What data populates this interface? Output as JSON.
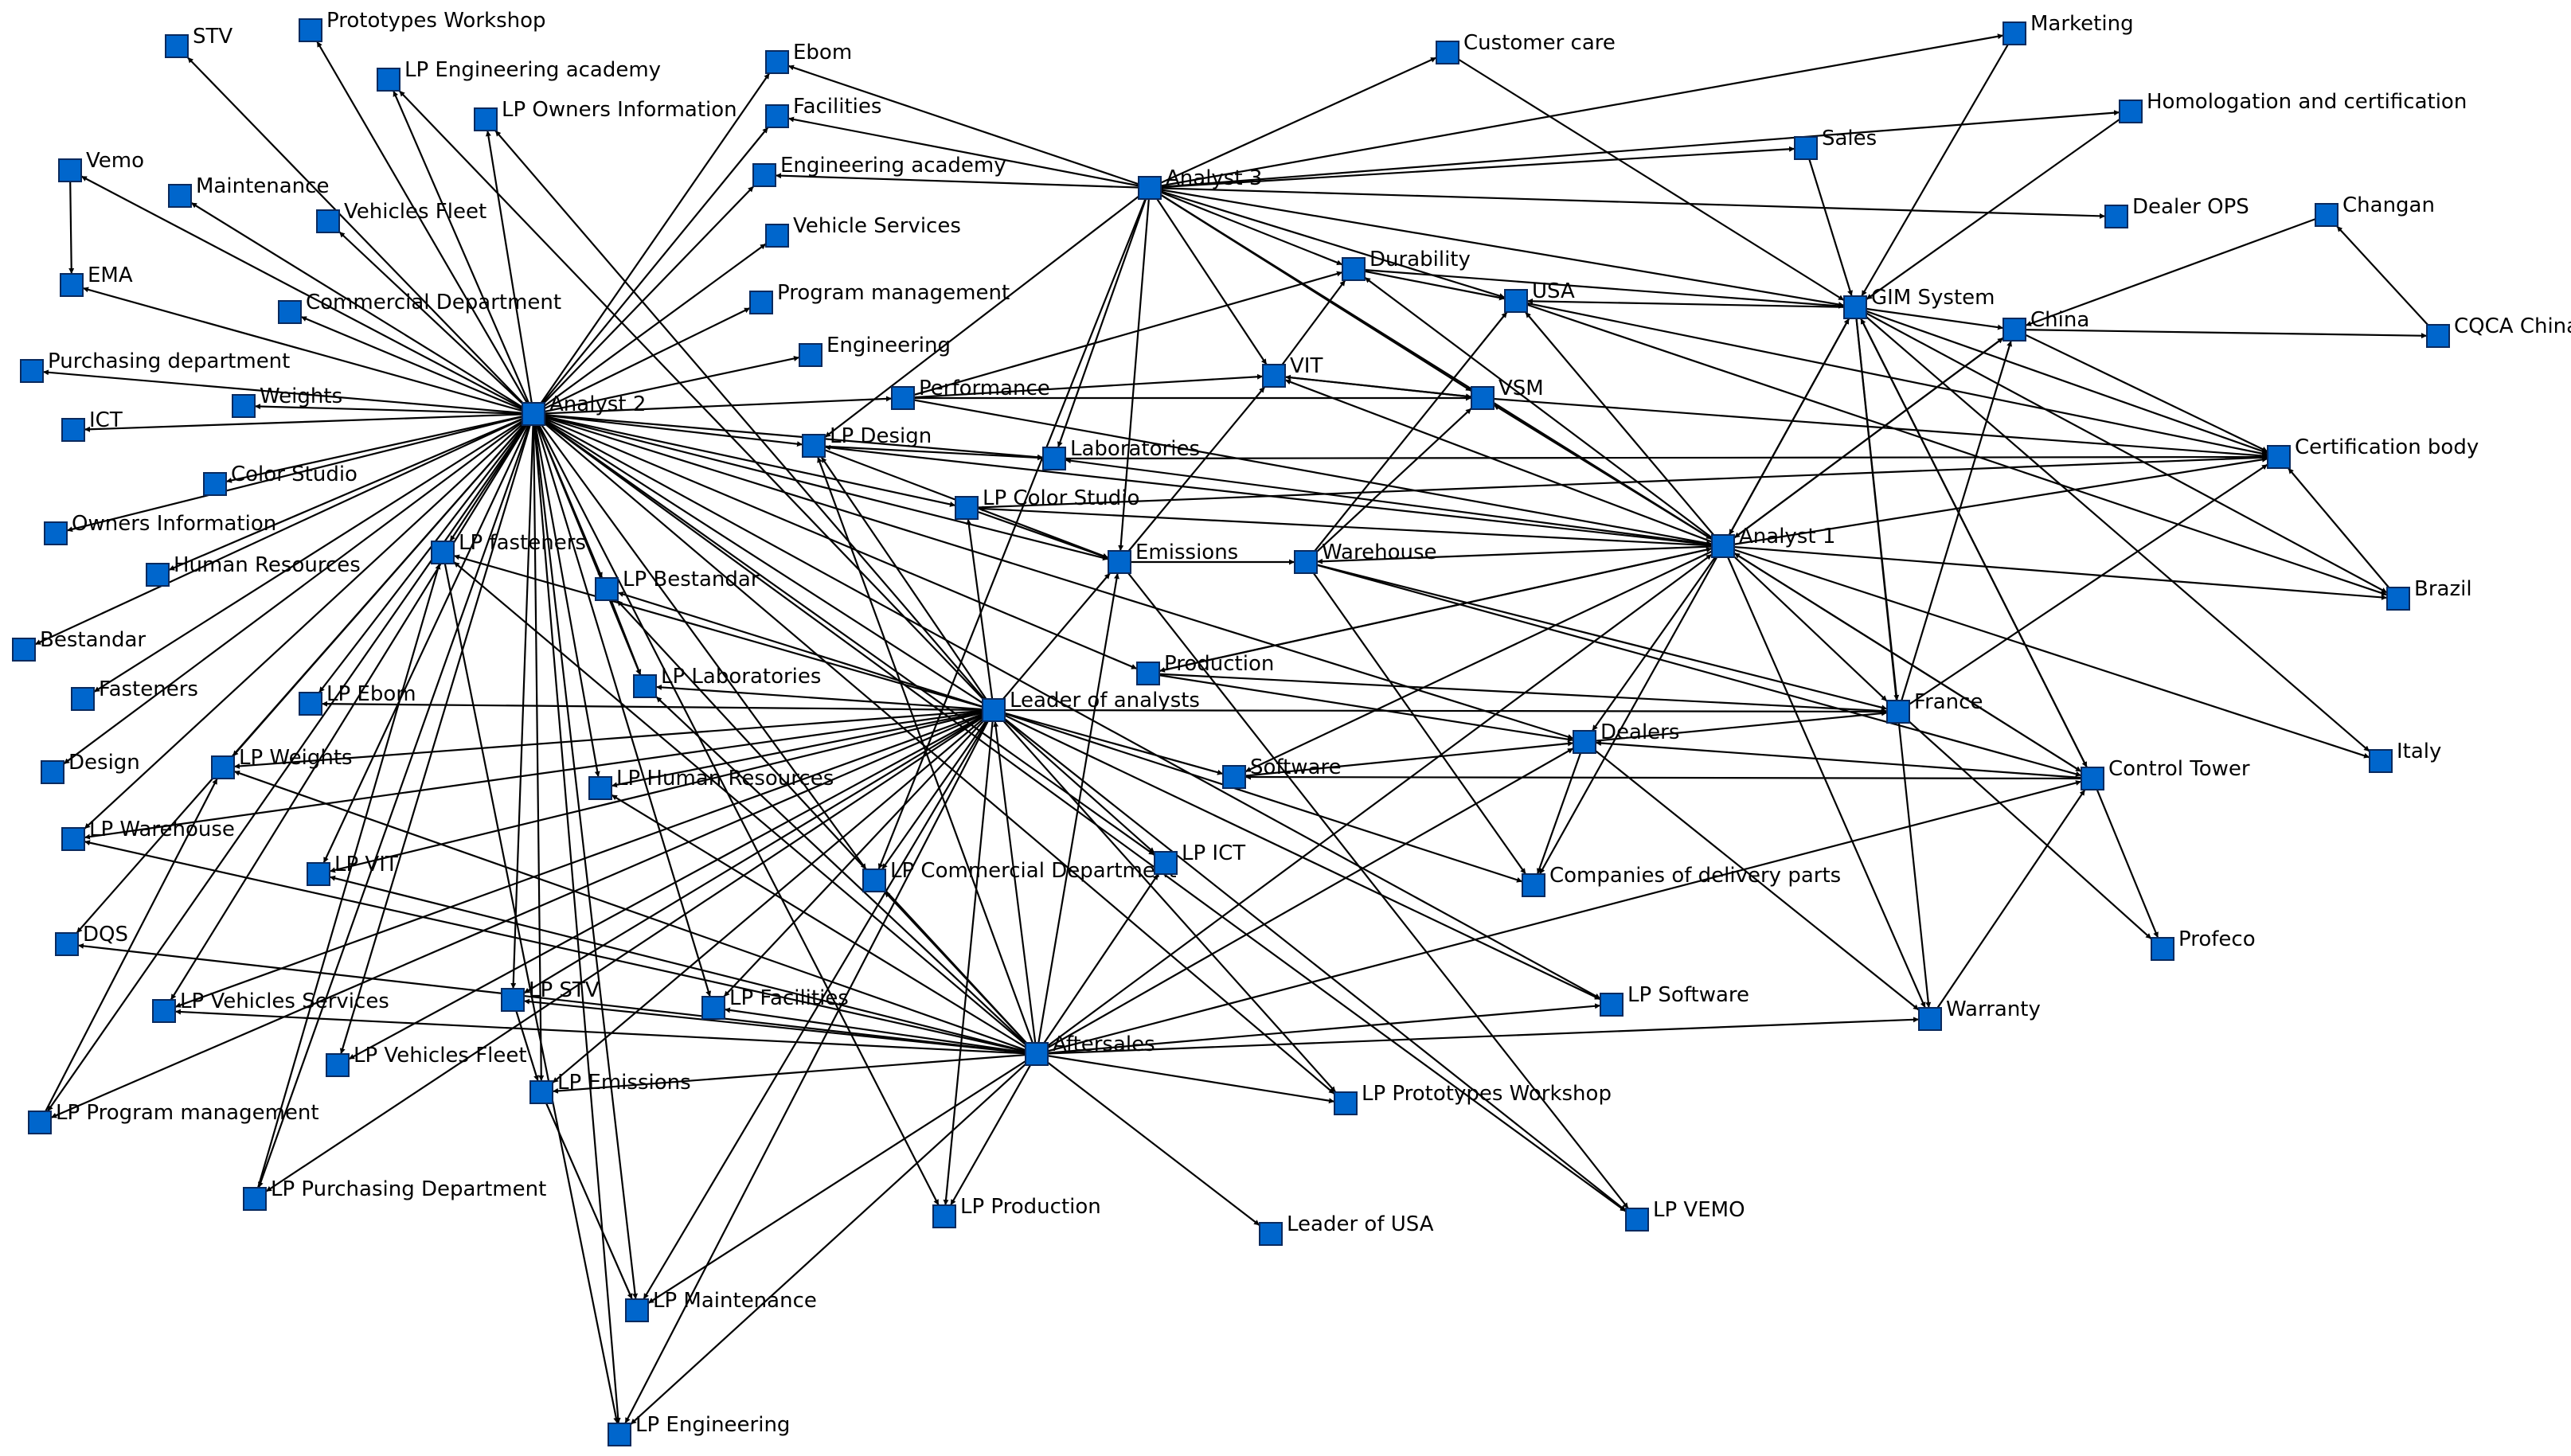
{
  "colors": {
    "node": "#0066cc",
    "edge": "#000000",
    "background": "#ffffff"
  },
  "nodes": [
    {
      "id": "stv",
      "label": "STV"
    },
    {
      "id": "prototypes_workshop",
      "label": "Prototypes Workshop"
    },
    {
      "id": "lp_engineering_academy",
      "label": "LP Engineering academy"
    },
    {
      "id": "lp_owners_information",
      "label": "LP Owners Information"
    },
    {
      "id": "vemo",
      "label": "Vemo"
    },
    {
      "id": "maintenance",
      "label": "Maintenance"
    },
    {
      "id": "vehicles_fleet",
      "label": "Vehicles Fleet"
    },
    {
      "id": "ema",
      "label": "EMA"
    },
    {
      "id": "commercial_department",
      "label": "Commercial Department"
    },
    {
      "id": "purchasing_department",
      "label": "Purchasing department"
    },
    {
      "id": "weights",
      "label": "Weights"
    },
    {
      "id": "ict",
      "label": "ICT"
    },
    {
      "id": "color_studio",
      "label": "Color Studio"
    },
    {
      "id": "owners_information",
      "label": "Owners Information"
    },
    {
      "id": "human_resources",
      "label": "Human Resources"
    },
    {
      "id": "bestandar",
      "label": "Bestandar"
    },
    {
      "id": "fasteners",
      "label": "Fasteners"
    },
    {
      "id": "design",
      "label": "Design"
    },
    {
      "id": "analyst2",
      "label": "Analyst 2"
    },
    {
      "id": "ebom",
      "label": "Ebom"
    },
    {
      "id": "facilities",
      "label": "Facilities"
    },
    {
      "id": "engineering_academy",
      "label": "Engineering academy"
    },
    {
      "id": "vehicle_services",
      "label": "Vehicle Services"
    },
    {
      "id": "program_management",
      "label": "Program management"
    },
    {
      "id": "engineering",
      "label": "Engineering"
    },
    {
      "id": "performance",
      "label": "Performance"
    },
    {
      "id": "lp_design",
      "label": "LP Design"
    },
    {
      "id": "laboratories",
      "label": "Laboratories"
    },
    {
      "id": "lp_color_studio",
      "label": "LP Color Studio"
    },
    {
      "id": "emissions",
      "label": "Emissions"
    },
    {
      "id": "lp_fasteners",
      "label": "LP fasteners"
    },
    {
      "id": "lp_bestandar",
      "label": "LP Bestandar"
    },
    {
      "id": "lp_laboratories",
      "label": "LP Laboratories"
    },
    {
      "id": "lp_ebom",
      "label": "LP Ebom"
    },
    {
      "id": "lp_weights",
      "label": "LP Weights"
    },
    {
      "id": "lp_human_resources",
      "label": "LP Human Resources"
    },
    {
      "id": "lp_warehouse",
      "label": "LP Warehouse"
    },
    {
      "id": "lp_vit",
      "label": "LP VIT"
    },
    {
      "id": "dqs",
      "label": "DQS"
    },
    {
      "id": "lp_vehicles_services",
      "label": "LP Vehicles Services"
    },
    {
      "id": "lp_stv",
      "label": "LP STV"
    },
    {
      "id": "lp_facilities",
      "label": "LP Facilities"
    },
    {
      "id": "lp_vehicles_fleet",
      "label": "LP Vehicles Fleet"
    },
    {
      "id": "lp_emissions",
      "label": "LP Emissions"
    },
    {
      "id": "lp_program_management",
      "label": "LP Program management"
    },
    {
      "id": "lp_purchasing_department",
      "label": "LP Purchasing Department"
    },
    {
      "id": "lp_maintenance",
      "label": "LP Maintenance"
    },
    {
      "id": "lp_engineering",
      "label": "LP Engineering"
    },
    {
      "id": "leader_of_analysts",
      "label": "Leader of analysts"
    },
    {
      "id": "production",
      "label": "Production"
    },
    {
      "id": "lp_commercial_department",
      "label": "LP Commercial Department"
    },
    {
      "id": "lp_ict",
      "label": "LP ICT"
    },
    {
      "id": "aftersales",
      "label": "Aftersales"
    },
    {
      "id": "lp_production",
      "label": "LP Production"
    },
    {
      "id": "leader_of_usa",
      "label": "Leader of USA"
    },
    {
      "id": "lp_prototypes_workshop",
      "label": "LP Prototypes Workshop"
    },
    {
      "id": "lp_vemo",
      "label": "LP VEMO"
    },
    {
      "id": "lp_software",
      "label": "LP Software"
    },
    {
      "id": "analyst3",
      "label": "Analyst 3"
    },
    {
      "id": "customer_care",
      "label": "Customer care"
    },
    {
      "id": "durability",
      "label": "Durability"
    },
    {
      "id": "vit",
      "label": "VIT"
    },
    {
      "id": "vsm",
      "label": "VSM"
    },
    {
      "id": "usa",
      "label": "USA"
    },
    {
      "id": "warehouse",
      "label": "Warehouse"
    },
    {
      "id": "software",
      "label": "Software"
    },
    {
      "id": "dealers",
      "label": "Dealers"
    },
    {
      "id": "companies_of_delivery_parts",
      "label": "Companies of delivery parts"
    },
    {
      "id": "marketing",
      "label": "Marketing"
    },
    {
      "id": "sales",
      "label": "Sales"
    },
    {
      "id": "homologation_and_certification",
      "label": "Homologation and certification"
    },
    {
      "id": "dealer_ops",
      "label": "Dealer OPS"
    },
    {
      "id": "gim_system",
      "label": "GIM System"
    },
    {
      "id": "changan",
      "label": "Changan"
    },
    {
      "id": "china",
      "label": "China"
    },
    {
      "id": "cqca_china",
      "label": "CQCA China"
    },
    {
      "id": "certification_body",
      "label": "Certification body"
    },
    {
      "id": "analyst1",
      "label": "Analyst 1"
    },
    {
      "id": "brazil",
      "label": "Brazil"
    },
    {
      "id": "france",
      "label": "France"
    },
    {
      "id": "italy",
      "label": "Italy"
    },
    {
      "id": "control_tower",
      "label": "Control Tower"
    },
    {
      "id": "profeco",
      "label": "Profeco"
    },
    {
      "id": "warranty",
      "label": "Warranty"
    }
  ],
  "edges": [
    [
      "analyst2",
      "stv"
    ],
    [
      "analyst2",
      "prototypes_workshop"
    ],
    [
      "analyst2",
      "lp_engineering_academy"
    ],
    [
      "analyst2",
      "lp_owners_information"
    ],
    [
      "vemo",
      "ema"
    ],
    [
      "analyst2",
      "maintenance"
    ],
    [
      "analyst2",
      "vehicles_fleet"
    ],
    [
      "analyst2",
      "ema"
    ],
    [
      "analyst2",
      "commercial_department"
    ],
    [
      "analyst2",
      "vemo"
    ],
    [
      "analyst2",
      "purchasing_department"
    ],
    [
      "analyst2",
      "weights"
    ],
    [
      "analyst2",
      "ict"
    ],
    [
      "analyst2",
      "color_studio"
    ],
    [
      "analyst2",
      "owners_information"
    ],
    [
      "analyst2",
      "human_resources"
    ],
    [
      "analyst2",
      "bestandar"
    ],
    [
      "analyst2",
      "fasteners"
    ],
    [
      "analyst2",
      "design"
    ],
    [
      "analyst2",
      "ebom"
    ],
    [
      "analyst2",
      "facilities"
    ],
    [
      "analyst2",
      "engineering_academy"
    ],
    [
      "analyst2",
      "vehicle_services"
    ],
    [
      "analyst2",
      "program_management"
    ],
    [
      "analyst2",
      "engineering"
    ],
    [
      "analyst2",
      "performance"
    ],
    [
      "analyst2",
      "lp_design"
    ],
    [
      "analyst2",
      "lp_color_studio"
    ],
    [
      "analyst2",
      "laboratories"
    ],
    [
      "analyst2",
      "lp_fasteners"
    ],
    [
      "analyst2",
      "lp_bestandar"
    ],
    [
      "analyst2",
      "lp_laboratories"
    ],
    [
      "analyst2",
      "lp_ebom"
    ],
    [
      "analyst2",
      "lp_weights"
    ],
    [
      "analyst2",
      "lp_human_resources"
    ],
    [
      "analyst2",
      "lp_warehouse"
    ],
    [
      "analyst2",
      "lp_vit"
    ],
    [
      "analyst2",
      "dqs"
    ],
    [
      "analyst2",
      "lp_vehicles_services"
    ],
    [
      "analyst2",
      "lp_stv"
    ],
    [
      "analyst2",
      "lp_facilities"
    ],
    [
      "analyst2",
      "lp_vehicles_fleet"
    ],
    [
      "analyst2",
      "lp_emissions"
    ],
    [
      "analyst2",
      "lp_program_management"
    ],
    [
      "analyst2",
      "lp_purchasing_department"
    ],
    [
      "analyst2",
      "lp_maintenance"
    ],
    [
      "analyst2",
      "lp_engineering"
    ],
    [
      "analyst2",
      "lp_production"
    ],
    [
      "analyst2",
      "lp_commercial_department"
    ],
    [
      "analyst2",
      "lp_software"
    ],
    [
      "analyst2",
      "lp_prototypes_workshop"
    ],
    [
      "analyst2",
      "lp_vemo"
    ],
    [
      "analyst2",
      "lp_ict"
    ],
    [
      "analyst2",
      "emissions"
    ],
    [
      "analyst2",
      "production"
    ],
    [
      "analyst2",
      "dealers"
    ],
    [
      "leader_of_analysts",
      "lp_fasteners"
    ],
    [
      "leader_of_analysts",
      "lp_bestandar"
    ],
    [
      "leader_of_analysts",
      "lp_laboratories"
    ],
    [
      "leader_of_analysts",
      "lp_ebom"
    ],
    [
      "leader_of_analysts",
      "lp_weights"
    ],
    [
      "leader_of_analysts",
      "lp_human_resources"
    ],
    [
      "leader_of_analysts",
      "lp_warehouse"
    ],
    [
      "leader_of_analysts",
      "lp_vit"
    ],
    [
      "leader_of_analysts",
      "lp_vehicles_services"
    ],
    [
      "leader_of_analysts",
      "lp_stv"
    ],
    [
      "leader_of_analysts",
      "lp_facilities"
    ],
    [
      "leader_of_analysts",
      "lp_vehicles_fleet"
    ],
    [
      "leader_of_analysts",
      "lp_emissions"
    ],
    [
      "leader_of_analysts",
      "lp_program_management"
    ],
    [
      "leader_of_analysts",
      "lp_purchasing_department"
    ],
    [
      "leader_of_analysts",
      "lp_maintenance"
    ],
    [
      "leader_of_analysts",
      "lp_engineering"
    ],
    [
      "leader_of_analysts",
      "lp_commercial_department"
    ],
    [
      "leader_of_analysts",
      "lp_ict"
    ],
    [
      "leader_of_analysts",
      "lp_production"
    ],
    [
      "leader_of_analysts",
      "lp_prototypes_workshop"
    ],
    [
      "leader_of_analysts",
      "lp_software"
    ],
    [
      "leader_of_analysts",
      "lp_vemo"
    ],
    [
      "leader_of_analysts",
      "lp_color_studio"
    ],
    [
      "leader_of_analysts",
      "lp_design"
    ],
    [
      "leader_of_analysts",
      "emissions"
    ],
    [
      "leader_of_analysts",
      "france"
    ],
    [
      "leader_of_analysts",
      "software"
    ],
    [
      "leader_of_analysts",
      "companies_of_delivery_parts"
    ],
    [
      "leader_of_analysts",
      "lp_owners_information"
    ],
    [
      "leader_of_analysts",
      "lp_engineering_academy"
    ],
    [
      "leader_of_analysts",
      "analyst2"
    ],
    [
      "aftersales",
      "lp_fasteners"
    ],
    [
      "aftersales",
      "lp_bestandar"
    ],
    [
      "aftersales",
      "lp_laboratories"
    ],
    [
      "aftersales",
      "lp_commercial_department"
    ],
    [
      "aftersales",
      "lp_ict"
    ],
    [
      "aftersales",
      "lp_stv"
    ],
    [
      "aftersales",
      "dqs"
    ],
    [
      "aftersales",
      "lp_vehicles_services"
    ],
    [
      "aftersales",
      "lp_facilities"
    ],
    [
      "aftersales",
      "lp_emissions"
    ],
    [
      "aftersales",
      "lp_weights"
    ],
    [
      "aftersales",
      "lp_warehouse"
    ],
    [
      "aftersales",
      "lp_vit"
    ],
    [
      "aftersales",
      "lp_production"
    ],
    [
      "aftersales",
      "lp_design"
    ],
    [
      "aftersales",
      "lp_maintenance"
    ],
    [
      "aftersales",
      "lp_engineering"
    ],
    [
      "aftersales",
      "lp_prototypes_workshop"
    ],
    [
      "aftersales",
      "lp_software"
    ],
    [
      "aftersales",
      "leader_of_usa"
    ],
    [
      "aftersales",
      "warranty"
    ],
    [
      "aftersales",
      "dealers"
    ],
    [
      "aftersales",
      "emissions"
    ],
    [
      "aftersales",
      "control_tower"
    ],
    [
      "aftersales",
      "analyst1"
    ],
    [
      "aftersales",
      "lp_human_resources"
    ],
    [
      "aftersales",
      "leader_of_analysts"
    ],
    [
      "analyst3",
      "ebom"
    ],
    [
      "analyst3",
      "facilities"
    ],
    [
      "analyst3",
      "customer_care"
    ],
    [
      "analyst3",
      "marketing"
    ],
    [
      "analyst3",
      "sales"
    ],
    [
      "analyst3",
      "homologation_and_certification"
    ],
    [
      "analyst3",
      "dealer_ops"
    ],
    [
      "analyst3",
      "gim_system"
    ],
    [
      "analyst3",
      "durability"
    ],
    [
      "analyst3",
      "vit"
    ],
    [
      "analyst3",
      "vsm"
    ],
    [
      "analyst3",
      "laboratories"
    ],
    [
      "analyst3",
      "emissions"
    ],
    [
      "analyst3",
      "analyst1"
    ],
    [
      "analyst3",
      "engineering_academy"
    ],
    [
      "analyst3",
      "lp_commercial_department"
    ],
    [
      "analyst3",
      "lp_design"
    ],
    [
      "analyst3",
      "usa"
    ],
    [
      "analyst1",
      "laboratories"
    ],
    [
      "analyst1",
      "vit"
    ],
    [
      "analyst1",
      "durability"
    ],
    [
      "analyst1",
      "usa"
    ],
    [
      "analyst1",
      "gim_system"
    ],
    [
      "analyst1",
      "china"
    ],
    [
      "analyst1",
      "certification_body"
    ],
    [
      "analyst1",
      "brazil"
    ],
    [
      "analyst1",
      "france"
    ],
    [
      "analyst1",
      "italy"
    ],
    [
      "analyst1",
      "control_tower"
    ],
    [
      "analyst1",
      "dealers"
    ],
    [
      "analyst1",
      "companies_of_delivery_parts"
    ],
    [
      "analyst1",
      "software"
    ],
    [
      "analyst1",
      "warranty"
    ],
    [
      "analyst1",
      "warehouse"
    ],
    [
      "analyst1",
      "production"
    ],
    [
      "analyst1",
      "vsm"
    ],
    [
      "analyst1",
      "lp_color_studio"
    ],
    [
      "sales",
      "gim_system"
    ],
    [
      "marketing",
      "gim_system"
    ],
    [
      "customer_care",
      "gim_system"
    ],
    [
      "homologation_and_certification",
      "gim_system"
    ],
    [
      "gim_system",
      "usa"
    ],
    [
      "gim_system",
      "china"
    ],
    [
      "gim_system",
      "certification_body"
    ],
    [
      "gim_system",
      "brazil"
    ],
    [
      "gim_system",
      "france"
    ],
    [
      "gim_system",
      "italy"
    ],
    [
      "gim_system",
      "control_tower"
    ],
    [
      "gim_system",
      "warranty"
    ],
    [
      "gim_system",
      "analyst1"
    ],
    [
      "china",
      "cqca_china"
    ],
    [
      "cqca_china",
      "changan"
    ],
    [
      "changan",
      "china"
    ],
    [
      "china",
      "certification_body"
    ],
    [
      "china",
      "analyst1"
    ],
    [
      "usa",
      "certification_body"
    ],
    [
      "usa",
      "brazil"
    ],
    [
      "vsm",
      "certification_body"
    ],
    [
      "laboratories",
      "certification_body"
    ],
    [
      "lp_color_studio",
      "certification_body"
    ],
    [
      "brazil",
      "certification_body"
    ],
    [
      "france",
      "certification_body"
    ],
    [
      "france",
      "china"
    ],
    [
      "france",
      "profeco"
    ],
    [
      "control_tower",
      "dealers"
    ],
    [
      "control_tower",
      "software"
    ],
    [
      "control_tower",
      "analyst1"
    ],
    [
      "control_tower",
      "profeco"
    ],
    [
      "control_tower",
      "gim_system"
    ],
    [
      "dealers",
      "companies_of_delivery_parts"
    ],
    [
      "dealers",
      "warranty"
    ],
    [
      "dealers",
      "france"
    ],
    [
      "warehouse",
      "usa"
    ],
    [
      "warehouse",
      "vsm"
    ],
    [
      "warehouse",
      "control_tower"
    ],
    [
      "warehouse",
      "companies_of_delivery_parts"
    ],
    [
      "warehouse",
      "france"
    ],
    [
      "software",
      "dealers"
    ],
    [
      "production",
      "dealers"
    ],
    [
      "production",
      "france"
    ],
    [
      "production",
      "analyst1"
    ],
    [
      "performance",
      "vit"
    ],
    [
      "performance",
      "durability"
    ],
    [
      "performance",
      "analyst1"
    ],
    [
      "performance",
      "vsm"
    ],
    [
      "durability",
      "usa"
    ],
    [
      "durability",
      "gim_system"
    ],
    [
      "vit",
      "vsm"
    ],
    [
      "vit",
      "durability"
    ],
    [
      "vsm",
      "vit"
    ],
    [
      "emissions",
      "vit"
    ],
    [
      "emissions",
      "warehouse"
    ],
    [
      "emissions",
      "lp_vemo"
    ],
    [
      "lp_design",
      "laboratories"
    ],
    [
      "lp_design",
      "emissions"
    ],
    [
      "lp_color_studio",
      "emissions"
    ],
    [
      "lp_bestandar",
      "lp_laboratories"
    ],
    [
      "lp_stv",
      "lp_emissions"
    ],
    [
      "lp_emissions",
      "lp_maintenance"
    ],
    [
      "lp_fasteners",
      "lp_engineering"
    ],
    [
      "warranty",
      "control_tower"
    ],
    [
      "lp_purchasing_department",
      "lp_fasteners"
    ],
    [
      "lp_program_management",
      "lp_weights"
    ],
    [
      "analyst1",
      "lp_design"
    ]
  ]
}
